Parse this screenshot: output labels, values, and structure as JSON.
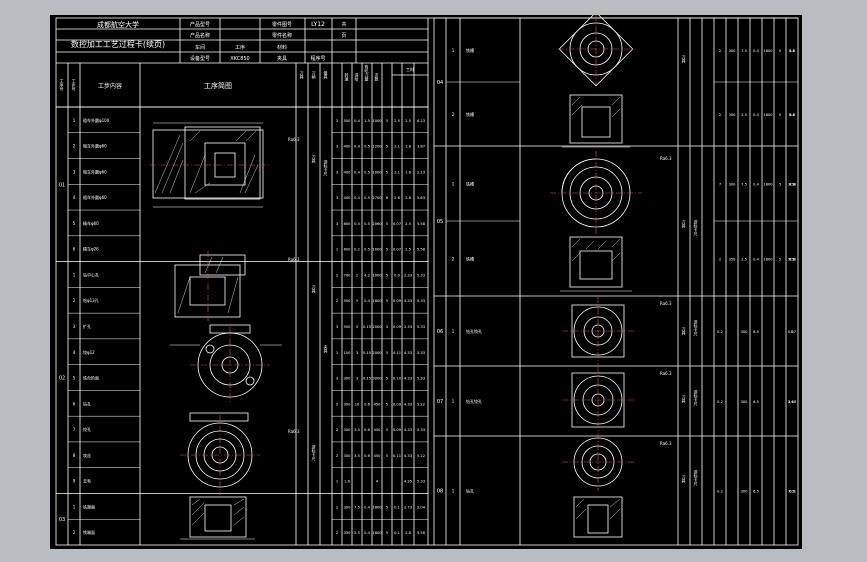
{
  "sheet": {
    "header": {
      "school": "成都航空大学",
      "card_title": "数控加工工艺过程卡(续页)",
      "product_model_label": "产品型号",
      "part_code_label": "零件图号",
      "part_code": "LY12",
      "product_name_label": "产品名称",
      "part_name_label": "零件名称",
      "workshop_label": "车间",
      "process_label": "工序",
      "material_label": "材料",
      "machine_label": "设备型号",
      "machine": "XKC850",
      "fixture_label": "夹具",
      "program_label": "程序号",
      "total_label": "共",
      "page_label": "页"
    },
    "columns": {
      "process_no": "工序号",
      "step_no": "工步号",
      "step_content": "工步内容",
      "sketch": "工序简图",
      "tool": "刀具",
      "tool_holder": "刀柄",
      "gauge": "量具",
      "spindle": "转速",
      "feed": "进给",
      "depth": "背吃刀量",
      "passes": "次数",
      "work_hours": "工时"
    },
    "left": {
      "processes": [
        {
          "no": "01",
          "steps": [
            {
              "step": "1",
              "content": "粗车外圆φ100",
              "vals": [
                "3",
                "500",
                "0.4",
                "1.5",
                "1000",
                "5",
                "2.5",
                "2.5",
                "6.23"
              ]
            },
            {
              "step": "2",
              "content": "粗车外圆φ60",
              "vals": [
                "3",
                "400",
                "0.4",
                "0.5",
                "1200",
                "5",
                "2.1",
                "1.8",
                "3.87"
              ]
            },
            {
              "step": "3",
              "content": "粗车外圆φ60",
              "vals": [
                "3",
                "400",
                "0.4",
                "0.5",
                "1000",
                "5",
                "2.1",
                "1.6",
                "2.13"
              ]
            },
            {
              "step": "4",
              "content": "粗车外圆φ60",
              "vals": [
                "3",
                "400",
                "0.4",
                "0.5",
                "2700",
                "6",
                "2.8",
                "2.8",
                "5.63"
              ]
            },
            {
              "step": "5",
              "content": "精车φ60",
              "vals": [
                "3",
                "600",
                "0.5",
                "0.5",
                "2060",
                "5",
                "0.07",
                "2.5",
                "5.58"
              ]
            },
            {
              "step": "6",
              "content": "精车φ26",
              "vals": [
                "1",
                "600",
                "0.2",
                "0.5",
                "1000",
                "5",
                "0.07",
                "2.5",
                "5.58"
              ]
            }
          ]
        },
        {
          "no": "02",
          "steps": [
            {
              "step": "1",
              "content": "钻中心孔",
              "vals": [
                "2",
                "700",
                "2",
                "4.2",
                "1000",
                "5",
                "0.0",
                "2.33",
                "5.33"
              ]
            },
            {
              "step": "2",
              "content": "钻φ13孔",
              "vals": [
                "2",
                "500",
                "5",
                "0.4",
                "1800",
                "5",
                "0.09",
                "4.33",
                "5.33"
              ]
            },
            {
              "step": "3",
              "content": "扩孔",
              "vals": [
                "3",
                "500",
                "5",
                "0.15",
                "2000",
                "5",
                "0.09",
                "2.33",
                "5.33"
              ]
            },
            {
              "step": "4",
              "content": "铰φ12",
              "vals": [
                "1",
                "100",
                "3",
                "0.15",
                "2000",
                "5",
                "0.11",
                "4.33",
                "5.33"
              ]
            },
            {
              "step": "5",
              "content": "铣台阶面",
              "vals": [
                "3",
                "300",
                "3",
                "0.15",
                "3000",
                "5",
                "0.10",
                "4.33",
                "5.33"
              ]
            },
            {
              "step": "6",
              "content": "钻孔",
              "vals": [
                "2",
                "300",
                "10",
                "0.6",
                "450",
                "5",
                "0.09",
                "4.33",
                "5.22"
              ]
            },
            {
              "step": "7",
              "content": "铰孔",
              "vals": [
                "2",
                "300",
                "3.5",
                "0.6",
                "450",
                "5",
                "0.09",
                "4.33",
                "5.33"
              ]
            },
            {
              "step": "8",
              "content": "攻丝",
              "vals": [
                "2",
                "300",
                "3.5",
                "0.6",
                "450",
                "5",
                "0.11",
                "4.33",
                "5.22"
              ]
            },
            {
              "step": "9",
              "content": "去毛",
              "vals": [
                "1",
                "1.6",
                "",
                "",
                "4",
                "",
                "",
                "4.35",
                "5.33"
              ]
            }
          ]
        },
        {
          "no": "03",
          "steps": [
            {
              "step": "1",
              "content": "铣端面",
              "vals": [
                "2",
                "300",
                "7.5",
                "0.4",
                "1800",
                "5",
                "0.1",
                "2.73",
                "2.04"
              ]
            },
            {
              "step": "2",
              "content": "铣端面",
              "vals": [
                "2",
                "350",
                "2.5",
                "0.4",
                "1800",
                "5",
                "0.1",
                "2.8",
                "5.58"
              ]
            }
          ]
        }
      ]
    },
    "right": {
      "processes": [
        {
          "no": "04",
          "steps": [
            {
              "step": "1",
              "content": "铣槽",
              "vals": [
                "2",
                "300",
                "7.5",
                "0.4",
                "1800",
                "5",
                "2.5",
                "3.8",
                "8.2"
              ]
            },
            {
              "step": "2",
              "content": "铣槽",
              "vals": [
                "2",
                "350",
                "2.5",
                "0.4",
                "1800",
                "5",
                "0.1",
                "2.5",
                "9.4"
              ]
            }
          ]
        },
        {
          "no": "05",
          "steps": [
            {
              "step": "1",
              "content": "铣槽",
              "vals": [
                "7",
                "300",
                "7.5",
                "0.4",
                "1800",
                "5",
                "7.1",
                "4.3",
                "2.58"
              ]
            },
            {
              "step": "2",
              "content": "铣槽",
              "vals": [
                "2",
                "350",
                "2.5",
                "0.4",
                "1800",
                "5",
                "0.1",
                "4.2",
                "5.58"
              ]
            }
          ]
        },
        {
          "no": "06",
          "steps": [
            {
              "step": "1",
              "content": "钻孔铰孔",
              "vals": [
                "0.2",
                "",
                "300",
                "6.5",
                "",
                "",
                "",
                "5",
                "0.07"
              ]
            }
          ]
        },
        {
          "no": "07",
          "steps": [
            {
              "step": "1",
              "content": "钻孔铰孔",
              "vals": [
                "0.2",
                "",
                "300",
                "6.5",
                "",
                "",
                "",
                "5.47",
                "2.64"
              ]
            }
          ]
        },
        {
          "no": "08",
          "steps": [
            {
              "step": "1",
              "content": "钻孔",
              "vals": [
                "0.2",
                "",
                "300",
                "6.5",
                "",
                "",
                "",
                "6.5",
                "7.01"
              ]
            }
          ]
        }
      ]
    },
    "roughness": "Ra6.3",
    "tool_text": "刀具",
    "fixture_text": "夹具",
    "gauge_text": "游标卡尺"
  }
}
